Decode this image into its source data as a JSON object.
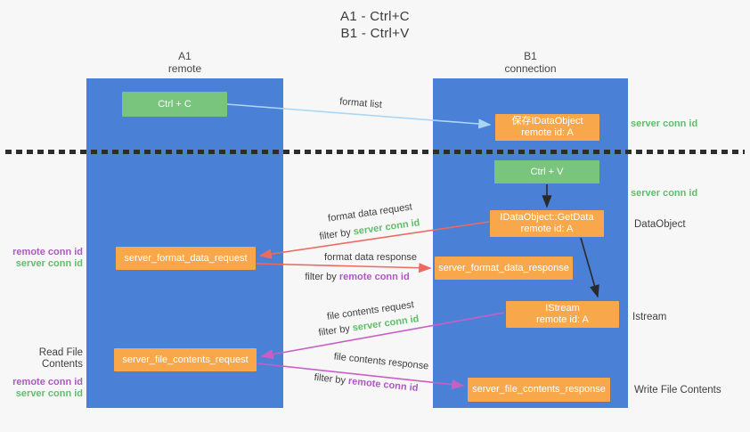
{
  "title": {
    "line1": "A1 - Ctrl+C",
    "line2": "B1 - Ctrl+V"
  },
  "lanes": {
    "left": {
      "title": "A1",
      "subtitle": "remote"
    },
    "right": {
      "title": "B1",
      "subtitle": "connection"
    }
  },
  "nodes": {
    "ctrl_c": {
      "label": "Ctrl + C"
    },
    "save_idataobject": {
      "line1": "保存IDataObject",
      "line2": "remote id: A"
    },
    "ctrl_v": {
      "label": "Ctrl + V"
    },
    "getdata": {
      "line1": "IDataObject::GetData",
      "line2": "remote id: A"
    },
    "server_format_data_request": {
      "label": "server_format_data_request"
    },
    "server_format_data_response": {
      "label": "server_format_data_response"
    },
    "istream": {
      "line1": "IStream",
      "line2": "remote id: A"
    },
    "server_file_contents_request": {
      "label": "server_file_contents_request"
    },
    "server_file_contents_response": {
      "label": "server_file_contents_response"
    }
  },
  "arrow_labels": {
    "format_list": "format list",
    "format_data_request": "format data request",
    "format_data_response": "format data response",
    "file_contents_request": "file contents request",
    "file_contents_response": "file contents response",
    "filter_by": "filter by",
    "server_conn_id": "server conn id",
    "remote_conn_id": "remote conn id"
  },
  "side_labels": {
    "server_conn_id": "server conn id",
    "remote_conn_id": "remote conn id",
    "dataobject": "DataObject",
    "istream": "Istream",
    "read_file_contents": "Read File Contents",
    "write_file_contents": "Write File Contents"
  },
  "colors": {
    "lane_blue": "#4a80d6",
    "box_green": "#79c57e",
    "box_orange": "#f8a84a",
    "green_text": "#5fbe69",
    "purple_text": "#ad59c0",
    "red_arrow": "#ee6a5f",
    "magenta_arrow": "#c95fc5",
    "light_blue_arrow": "#a9d7f5",
    "black_arrow": "#2a2a2a",
    "dark_text": "#3e3e3e",
    "background": "#f7f7f8"
  }
}
